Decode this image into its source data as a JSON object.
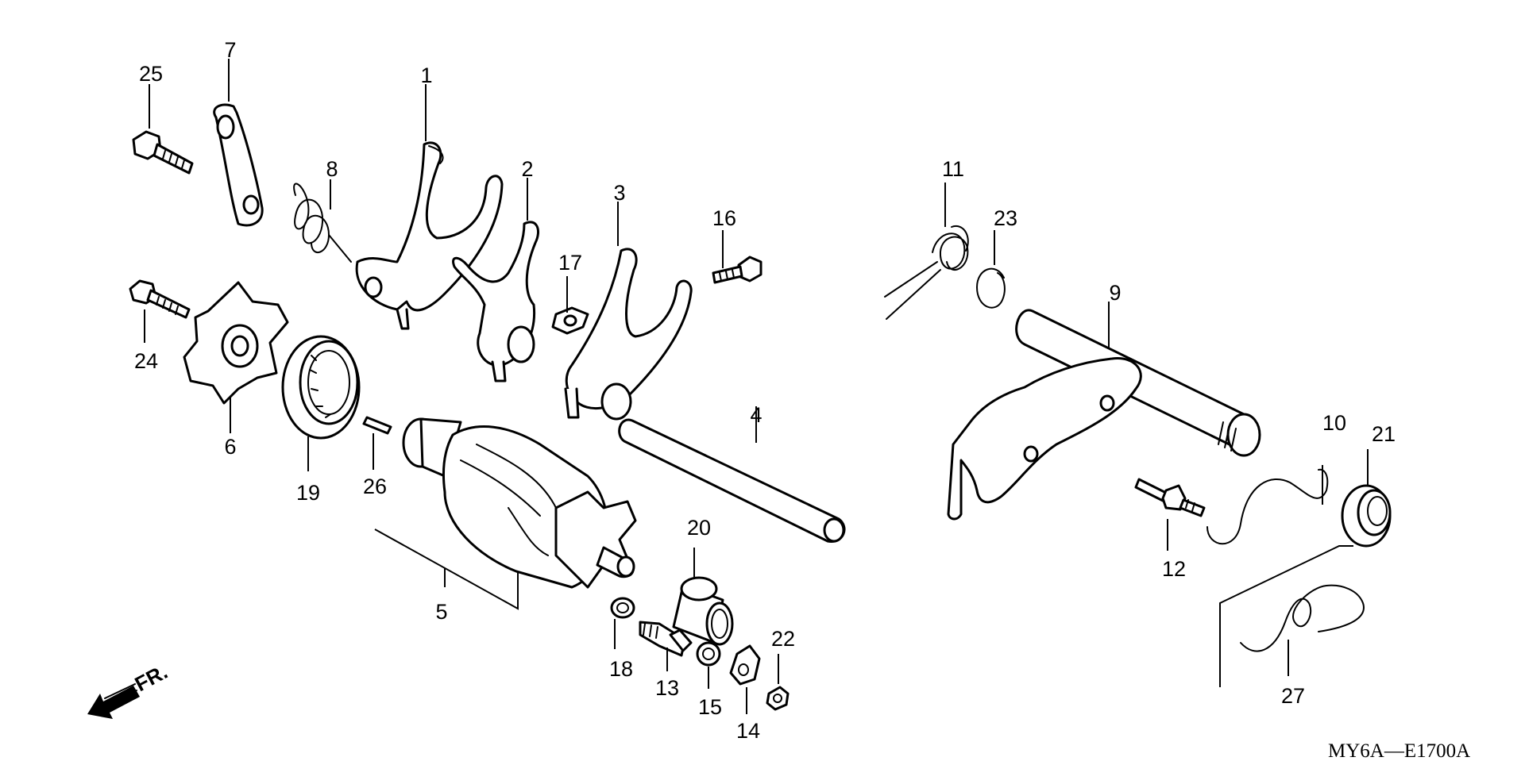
{
  "diagram_code": "MY6A—E1700A",
  "front_marker": "FR.",
  "parts": [
    {
      "id": "1",
      "label": "1"
    },
    {
      "id": "2",
      "label": "2"
    },
    {
      "id": "3",
      "label": "3"
    },
    {
      "id": "4",
      "label": "4"
    },
    {
      "id": "5",
      "label": "5"
    },
    {
      "id": "6",
      "label": "6"
    },
    {
      "id": "7",
      "label": "7"
    },
    {
      "id": "8",
      "label": "8"
    },
    {
      "id": "9",
      "label": "9"
    },
    {
      "id": "10",
      "label": "10"
    },
    {
      "id": "11",
      "label": "11"
    },
    {
      "id": "12",
      "label": "12"
    },
    {
      "id": "13",
      "label": "13"
    },
    {
      "id": "14",
      "label": "14"
    },
    {
      "id": "15",
      "label": "15"
    },
    {
      "id": "16",
      "label": "16"
    },
    {
      "id": "17",
      "label": "17"
    },
    {
      "id": "18",
      "label": "18"
    },
    {
      "id": "19",
      "label": "19"
    },
    {
      "id": "20",
      "label": "20"
    },
    {
      "id": "21",
      "label": "21"
    },
    {
      "id": "22",
      "label": "22"
    },
    {
      "id": "23",
      "label": "23"
    },
    {
      "id": "24",
      "label": "24"
    },
    {
      "id": "25",
      "label": "25"
    },
    {
      "id": "26",
      "label": "26"
    },
    {
      "id": "27",
      "label": "27"
    }
  ]
}
